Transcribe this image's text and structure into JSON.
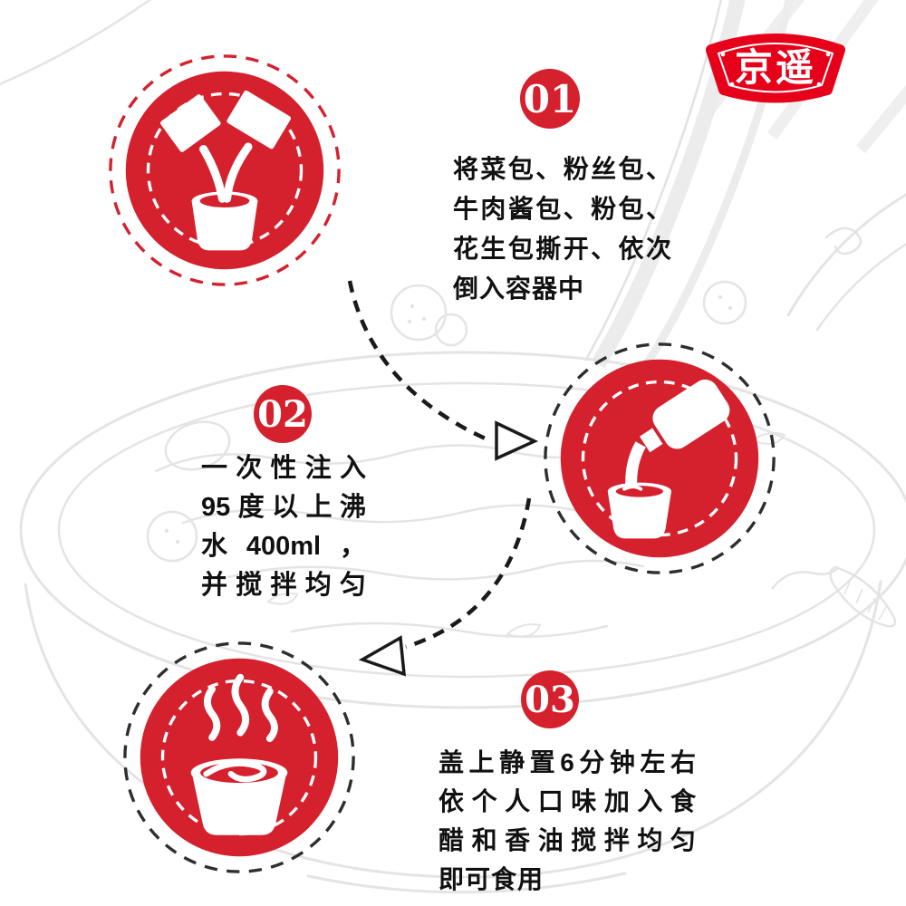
{
  "brand": {
    "logo_text": "京遥"
  },
  "colors": {
    "primary_red": "#d5202d",
    "logo_red": "#e60019",
    "ink": "#111111",
    "sketch_gray": "#e4e4e4"
  },
  "steps": [
    {
      "number": "01",
      "icon": "pour-packets-into-cup-icon",
      "lines": [
        "将菜包、粉丝包、",
        "牛肉酱包、粉包、",
        "花生包撕开、依次",
        "倒入容器中"
      ]
    },
    {
      "number": "02",
      "icon": "pour-hot-water-into-cup-icon",
      "lines": [
        "一次性注入",
        "95度以上沸",
        "水400ml，",
        "并搅拌均匀"
      ]
    },
    {
      "number": "03",
      "icon": "steaming-cup-icon",
      "lines": [
        "盖上静置6分钟左右",
        "依个人口味加入食",
        "醋和香油搅拌均匀",
        "即可食用"
      ]
    }
  ]
}
